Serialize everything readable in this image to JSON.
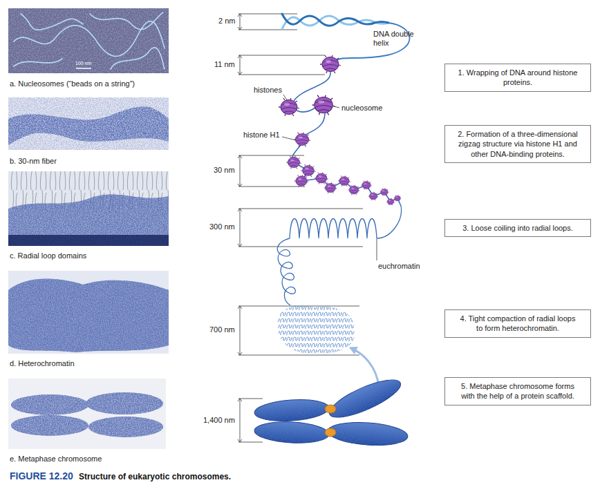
{
  "diagram": {
    "caption": "Structure of eukaryotic chromosomes.",
    "nodes": [
      {
        "text": [
          "1. Wrapping of DNA around histone proteins."
        ]
      },
      {
        "text": [
          "2. Formation of a three-dimensional zigzag structure via histone H1 and other DNA-binding proteins."
        ]
      },
      {
        "text": [
          "3. Loose coiling into radial loops."
        ]
      },
      {
        "text": [
          "4. Tight compaction of radial loops to form heterochromatin."
        ]
      },
      {
        "text": [
          "5. Metaphase chromosome forms with the help of a protein scaffold."
        ]
      }
    ],
    "labels": [
      "100 nm",
      "a. Nucleosomes (“beads on a string”)",
      "b. 30-nm fiber",
      "c. Radial loop domains",
      "d. Heterochromatin",
      "e. Metaphase chromosome",
      "2 nm",
      "11 nm",
      "30 nm",
      "300 nm",
      "700 nm",
      "1,400 nm",
      "DNA double helix",
      "histones",
      "nucleosome",
      "histone H1",
      "euchromatin",
      "FIGURE 12.20"
    ]
  }
}
